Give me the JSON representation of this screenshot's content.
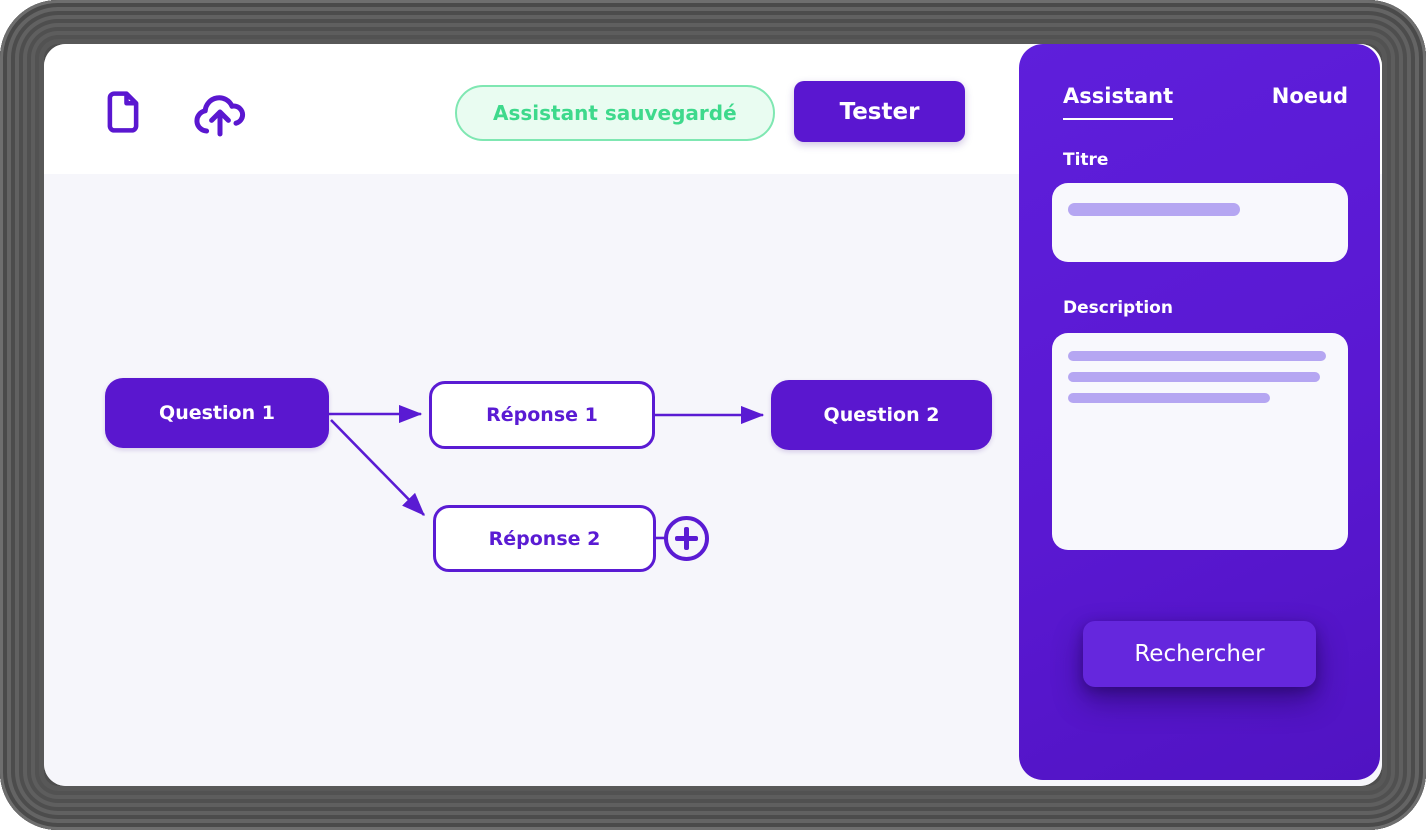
{
  "toolbar": {
    "icons": [
      "file-icon",
      "cloud-upload-icon"
    ],
    "status_badge": "Assistant sauvegardé",
    "test_button": "Tester"
  },
  "canvas": {
    "nodes": [
      {
        "id": "q1",
        "type": "question",
        "label": "Question 1"
      },
      {
        "id": "r1",
        "type": "reponse",
        "label": "Réponse 1"
      },
      {
        "id": "q2",
        "type": "question",
        "label": "Question 2"
      },
      {
        "id": "r2",
        "type": "reponse",
        "label": "Réponse 2"
      }
    ],
    "edges": [
      {
        "from": "q1",
        "to": "r1"
      },
      {
        "from": "r1",
        "to": "q2"
      },
      {
        "from": "q1",
        "to": "r2"
      }
    ],
    "add_node_icon": "plus-icon"
  },
  "sidebar": {
    "tabs": [
      {
        "label": "Assistant",
        "active": true
      },
      {
        "label": "Noeud",
        "active": false
      }
    ],
    "fields": [
      {
        "label": "Titre",
        "value": "",
        "skeleton_lines": 1
      },
      {
        "label": "Description",
        "value": "",
        "skeleton_lines": 3
      }
    ],
    "search_button": "Rechercher"
  },
  "colors": {
    "accent_purple": "#5a17d0",
    "panel_purple": "#5a18d2",
    "button_purple": "#6527dd",
    "edge_purple": "#5a1bd3",
    "badge_green_text": "#3ed98c",
    "badge_green_border": "#7fe7b2",
    "badge_green_bg": "#e9fcf1",
    "canvas_bg": "#f6f6fb",
    "skeleton_lavender": "#b5a6f2",
    "frame_gray": "#4e4e4e"
  }
}
